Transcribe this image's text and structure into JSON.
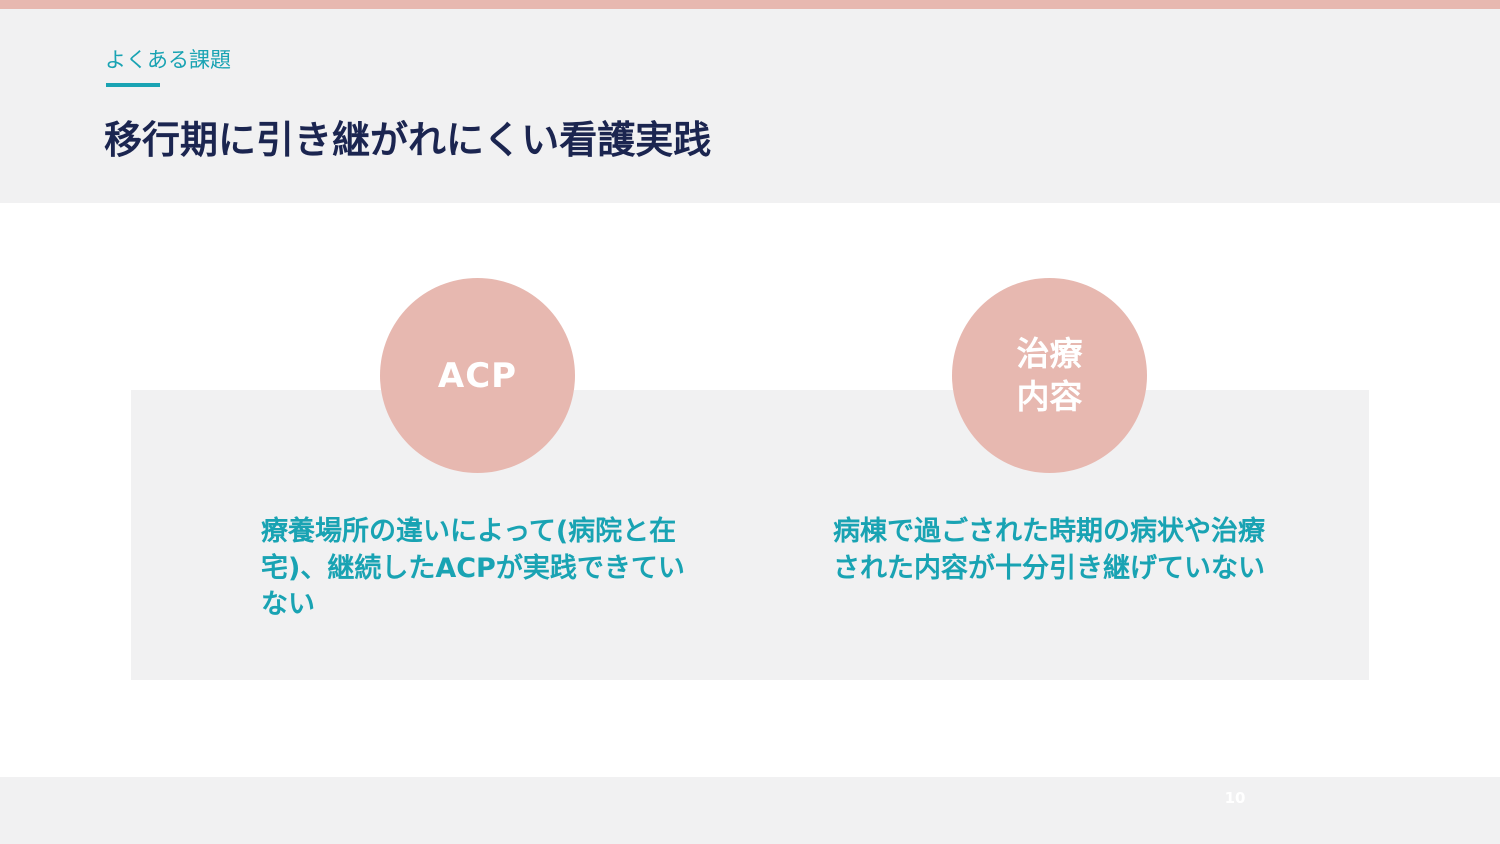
{
  "header": {
    "eyebrow": "よくある課題",
    "title": "移行期に引き継がれにくい看護実践"
  },
  "cards": [
    {
      "circle_label": "ACP",
      "description": "療養場所の違いによって(病院と在宅)、継続したACPが実践できていない"
    },
    {
      "circle_label": "治療内容",
      "description": "病棟で過ごされた時期の病状や治療された内容が十分引き継げていない"
    }
  ],
  "footer": {
    "page_number": "10"
  },
  "colors": {
    "accent_teal": "#19a3b3",
    "accent_pink": "#e7b8b0",
    "title_navy": "#1b2550",
    "panel_gray": "#f1f1f2"
  }
}
